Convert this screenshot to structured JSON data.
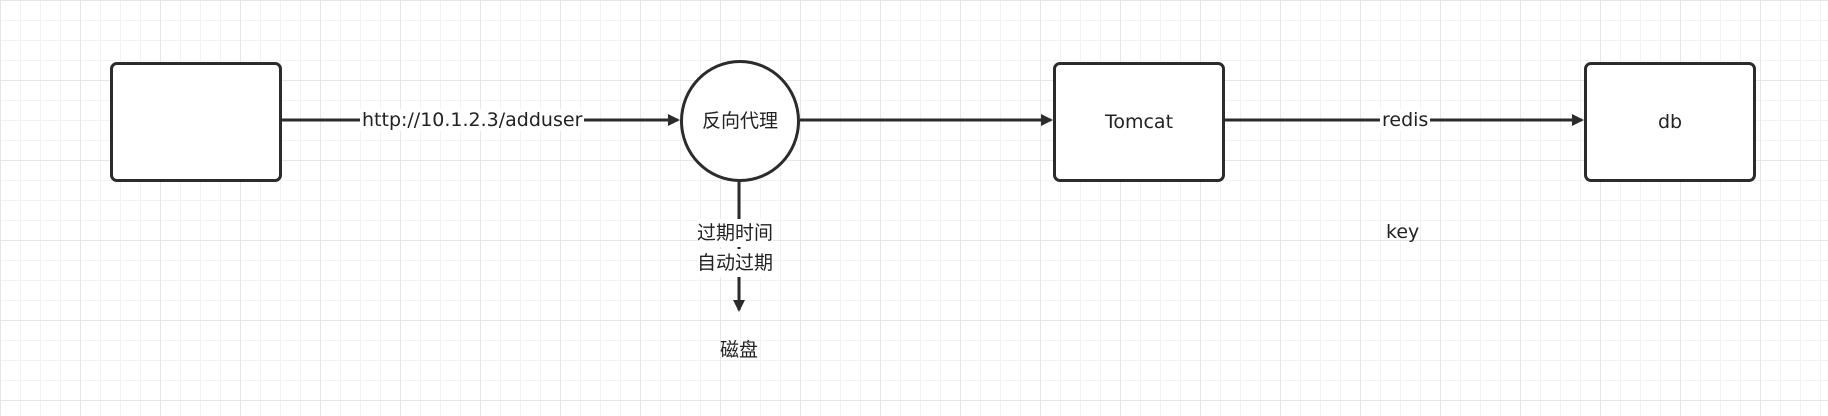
{
  "nodes": {
    "client": {
      "label": ""
    },
    "proxy": {
      "label": "反向代理"
    },
    "tomcat": {
      "label": "Tomcat"
    },
    "db": {
      "label": "db"
    }
  },
  "edges": {
    "client_to_proxy": {
      "label": "http://10.1.2.3/adduser"
    },
    "proxy_to_tomcat": {
      "label": ""
    },
    "tomcat_to_db": {
      "label": "redis"
    },
    "proxy_to_disk": {
      "label_line1": "过期时间",
      "label_line2": "自动过期"
    }
  },
  "labels": {
    "disk": "磁盘",
    "key": "key"
  },
  "colors": {
    "stroke": "#2b2b2b",
    "grid_major": "#e6e6e6",
    "grid_minor": "#f2f2f2"
  }
}
